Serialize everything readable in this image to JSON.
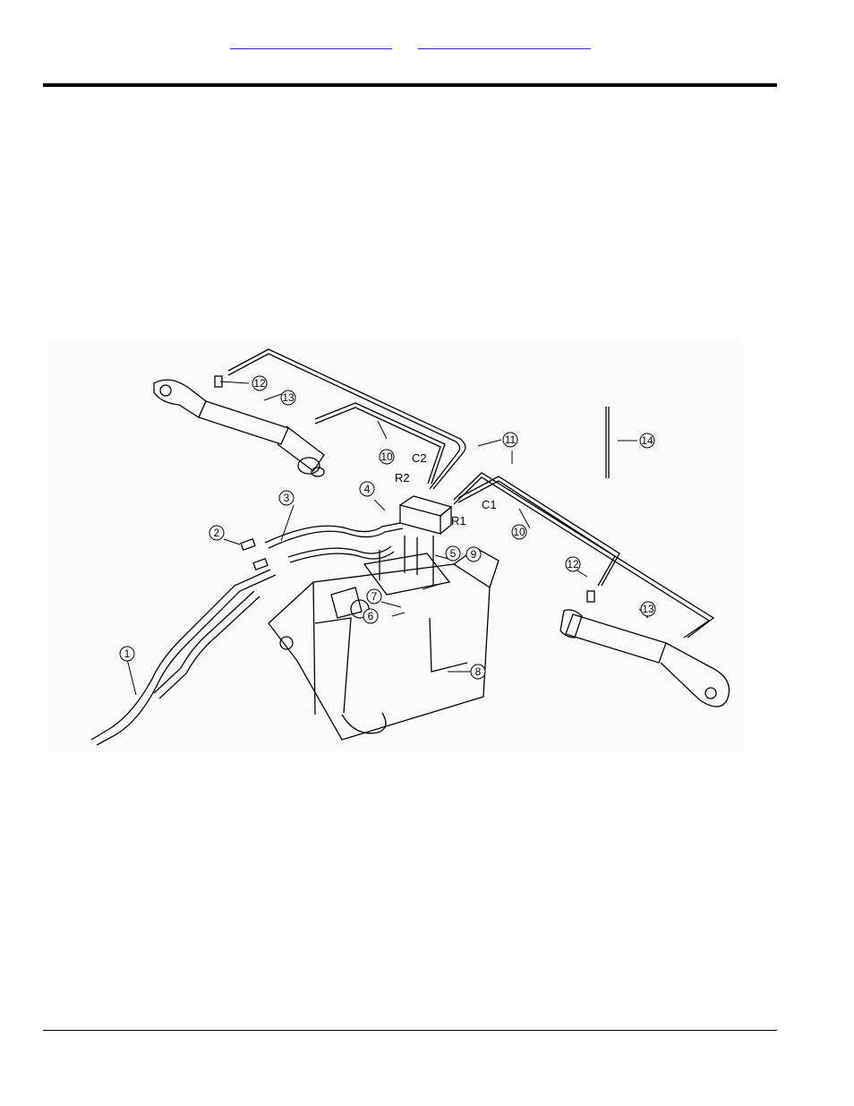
{
  "header": {
    "link_1": "",
    "link_2": ""
  },
  "diagram": {
    "callouts": [
      "1",
      "2",
      "3",
      "4",
      "5",
      "6",
      "7",
      "8",
      "9",
      "10",
      "10",
      "11",
      "12",
      "12",
      "13",
      "13",
      "14"
    ],
    "port_labels": {
      "c2": "C2",
      "r2": "R2",
      "r1": "R1",
      "c1": "C1"
    }
  }
}
